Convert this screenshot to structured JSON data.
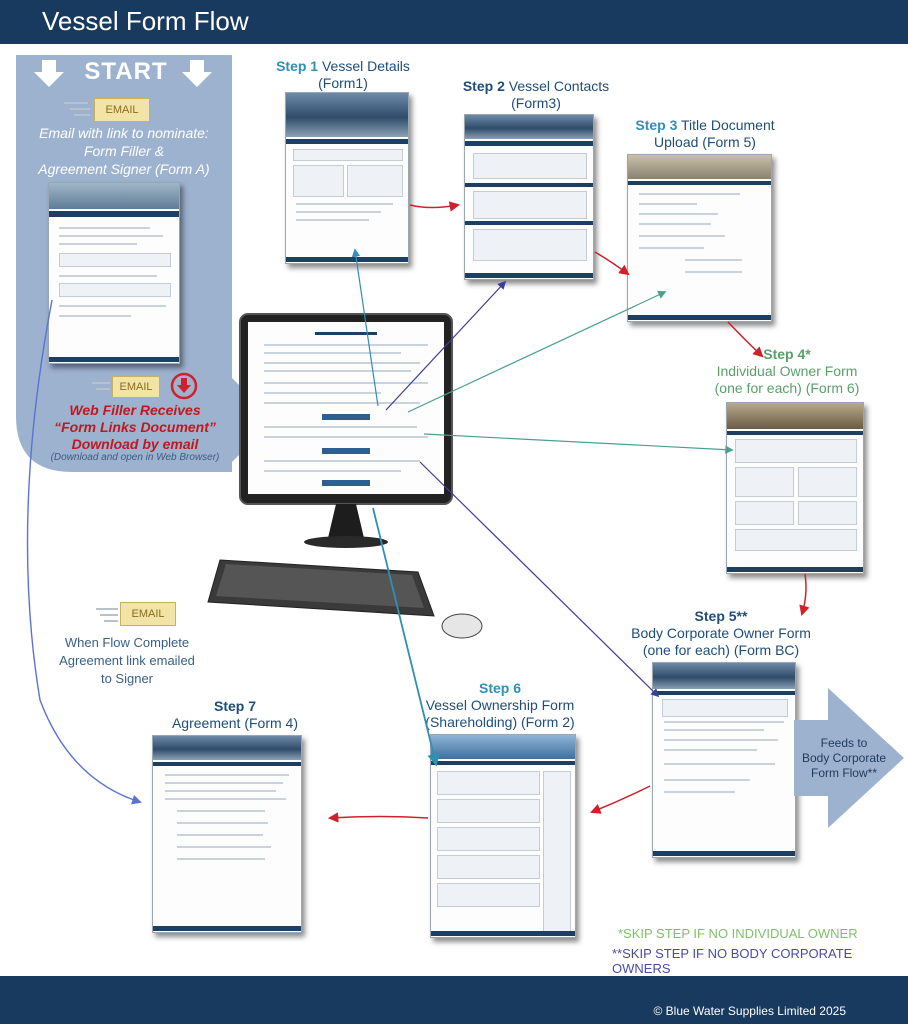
{
  "header": {
    "title": "Vessel Form Flow"
  },
  "footer": {
    "copyright": "© Blue Water Supplies Limited 2025"
  },
  "start": {
    "label": "START",
    "email_badge": "EMAIL",
    "nominate_text": [
      "Email with link to nominate:",
      "Form Filler &",
      "Agreement Signer (Form A)"
    ],
    "web_filler_badge": "EMAIL",
    "web_filler_text": [
      "Web Filler Receives",
      "“Form Links Document”",
      "Download by email"
    ],
    "web_filler_sub": "(Download and open in Web Browser)"
  },
  "steps": [
    {
      "num": "Step 1",
      "title": "Vessel Details",
      "sub": "(Form1)"
    },
    {
      "num": "Step 2",
      "title": "Vessel Contacts",
      "sub": "(Form3)"
    },
    {
      "num": "Step 3",
      "title": "Title Document",
      "sub": "Upload (Form 5)"
    },
    {
      "num": "Step 4*",
      "title": "Individual Owner Form",
      "sub": "(one for each)  (Form 6)"
    },
    {
      "num": "Step 5**",
      "title": "Body Corporate Owner Form",
      "sub": "(one for each)  (Form BC)"
    },
    {
      "num": "Step 6",
      "title": "Vessel Ownership Form",
      "sub": "(Shareholding)  (Form 2)"
    },
    {
      "num": "Step 7",
      "title": "Agreement (Form 4)",
      "sub": ""
    }
  ],
  "feeds": [
    "Feeds to",
    "Body Corporate",
    "Form Flow**"
  ],
  "flow_complete": {
    "badge": "EMAIL",
    "text": [
      "When Flow Complete",
      "Agreement link emailed",
      "to Signer"
    ]
  },
  "notes": {
    "skip_individual": "*SKIP STEP IF NO INDIVIDUAL OWNER",
    "skip_body": "**SKIP STEP IF NO BODY CORPORATE OWNERS"
  },
  "colors": {
    "navy": "#173a5e",
    "panel": "#9db2cf",
    "step_blue": "#2f8fb5",
    "green": "#5aa06a",
    "red": "#d0202a",
    "skip_green": "#7fc06a",
    "skip_blue": "#4a4aa8"
  }
}
